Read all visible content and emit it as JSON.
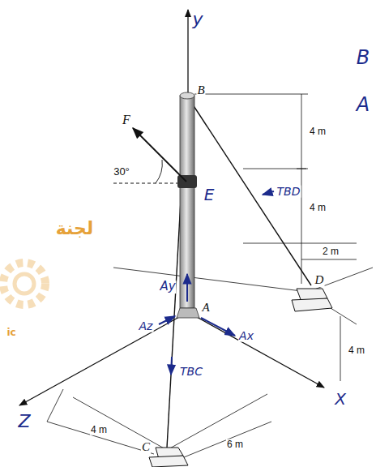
{
  "diagram": {
    "labels": [
      "y",
      "B",
      "F",
      "30°",
      "E",
      "TBD",
      "4 m",
      "4 m",
      "2 m",
      "D",
      "Ay",
      "A",
      "Az",
      "Ax",
      "4 m",
      "TBC",
      "Z",
      "X",
      "4 m",
      "6 m",
      "C",
      "لجنة",
      "ic",
      "B",
      "A"
    ]
  }
}
